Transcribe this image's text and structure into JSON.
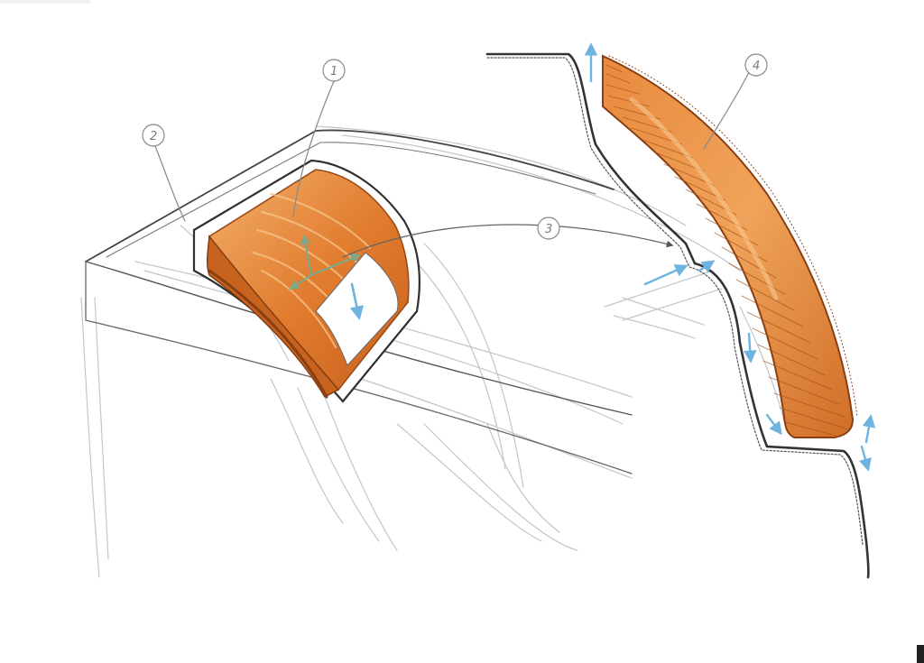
{
  "callouts": [
    {
      "id": "1",
      "label": "1"
    },
    {
      "id": "2",
      "label": "2"
    },
    {
      "id": "3",
      "label": "3"
    },
    {
      "id": "4",
      "label": "4"
    }
  ],
  "colors": {
    "paper": "#ffffff",
    "pencil_line": "#b9bcc4",
    "outline": "#3b3b3b",
    "orange_light": "#f0a35a",
    "orange": "#e07a2c",
    "orange_dark": "#b4541a",
    "air_arrow": "#6fb3e0",
    "guide_arrow": "#7fa88a"
  },
  "icons": {
    "airflow": "blue-arrow-icon",
    "axis": "green-axis-arrow-icon"
  }
}
